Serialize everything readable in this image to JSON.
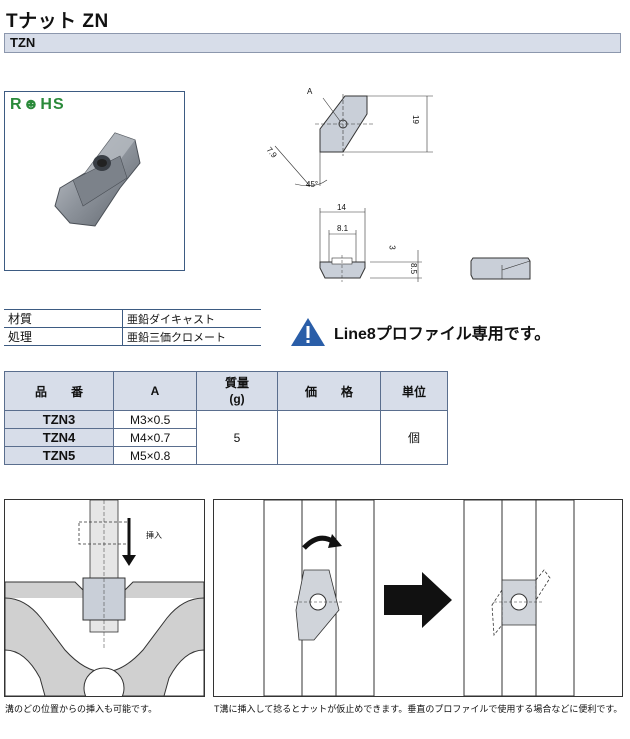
{
  "header": {
    "title": "Tナット ZN",
    "series_code": "TZN"
  },
  "badge": {
    "rohs": "R☻HS"
  },
  "drawing": {
    "dim_A": "A",
    "dim_19": "19",
    "dim_7_9": "7.9",
    "dim_45deg": "45°",
    "dim_14": "14",
    "dim_8_1": "8.1",
    "dim_3": "3",
    "dim_8_5": "8.5"
  },
  "spec": [
    {
      "key": "材質",
      "value": "亜鉛ダイキャスト"
    },
    {
      "key": "処理",
      "value": "亜鉛三価クロメート"
    }
  ],
  "notice": {
    "icon": "warning-icon",
    "text": "Line8プロファイル専用です。"
  },
  "parts_table": {
    "headers": {
      "part_no": "品　　番",
      "a": "A",
      "mass": "質量\n(g)",
      "price": "価　　格",
      "unit": "単位"
    },
    "rows": [
      {
        "part_no": "TZN3",
        "a": "M3×0.5"
      },
      {
        "part_no": "TZN4",
        "a": "M4×0.7"
      },
      {
        "part_no": "TZN5",
        "a": "M5×0.8"
      }
    ],
    "mass_value": "5",
    "price_value": "",
    "unit_value": "個"
  },
  "bottom": {
    "insert_label": "挿入",
    "caption_left": "溝のどの位置からの挿入も可能です。",
    "caption_right": "T溝に挿入して捻るとナットが仮止めできます。垂直のプロファイルで使用する場合などに便利です。"
  },
  "colors": {
    "header_fill": "#d7dde9",
    "border_blue": "#3d5b82",
    "rohs_green": "#2a8a3a",
    "warning_blue": "#2a5ea8"
  }
}
